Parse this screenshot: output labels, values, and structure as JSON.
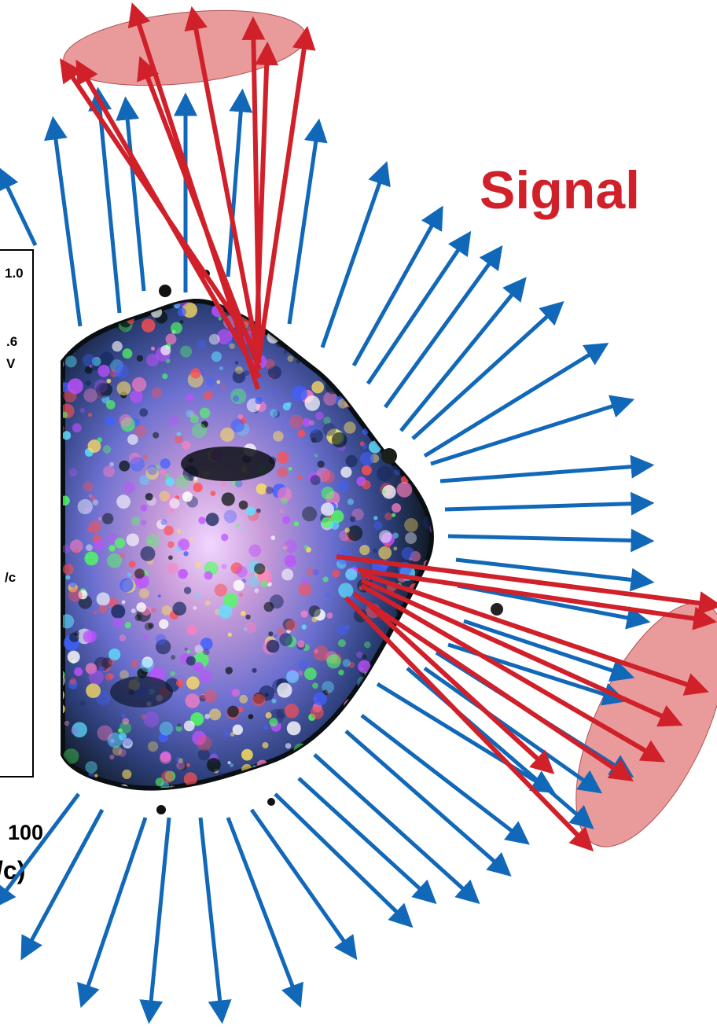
{
  "signal_label": "Signal",
  "background_plot": {
    "tick_top_right": "1.0",
    "label_frag_1": ".6",
    "label_frag_2": "V",
    "label_frag_3": "/c",
    "axis_tick_100": "100",
    "axis_label_frag": "/c)"
  },
  "colors": {
    "signal_arrow": "#d0202a",
    "background_arrow": "#1268b8",
    "cone_fill": "#e58a8a"
  },
  "icons": {
    "blob": "particle-collision-blob-icon",
    "signal_arrow": "red-arrow-icon",
    "background_arrow": "blue-arrow-icon"
  }
}
